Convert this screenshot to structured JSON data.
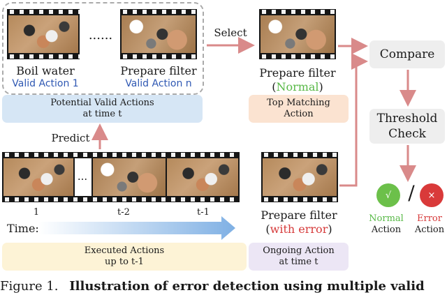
{
  "top_group": {
    "clip1_caption": "Boil water",
    "clip1_tag": "Valid Action 1",
    "dots": "......",
    "clip2_caption": "Prepare filter",
    "clip2_tag": "Valid Action n"
  },
  "boxes": {
    "potential": "Potential Valid Actions\nat time t",
    "top_matching": "Top Matching\nAction",
    "executed": "Executed Actions\nup to t-1",
    "ongoing": "Ongoing Action\nat time t",
    "compare": "Compare",
    "threshold": "Threshold\nCheck"
  },
  "labels": {
    "select": "Select",
    "predict": "Predict",
    "time": "Time:",
    "tick_1": "1",
    "tick_t2": "t-2",
    "tick_t1": "t-1",
    "film_dots": "...",
    "slash": "/"
  },
  "match": {
    "caption": "Prepare filter",
    "status_open": "(",
    "status": "Normal",
    "status_close": ")"
  },
  "ongoing_clip": {
    "caption": "Prepare filter",
    "status_open": "(",
    "status": "with error",
    "status_close": ")"
  },
  "outcomes": {
    "normal_icon": "√",
    "normal_label_1": "Normal",
    "normal_label_2": "Action",
    "error_icon": "×",
    "error_label_1": "Error",
    "error_label_2": "Action"
  },
  "caption": {
    "prefix": "Figure 1.",
    "bold": "Illustration of error detection using multiple valid"
  },
  "colors": {
    "arrow": "#d98a8a",
    "blue_box": "#d6e6f5",
    "peach_box": "#fbe3d1",
    "yellow_box": "#fdf3d6",
    "lavender_box": "#ece6f5",
    "gray_box": "#eeeeee",
    "valid_tag": "#2f58b3",
    "normal_green": "#58b947",
    "error_red": "#d63a3a"
  }
}
